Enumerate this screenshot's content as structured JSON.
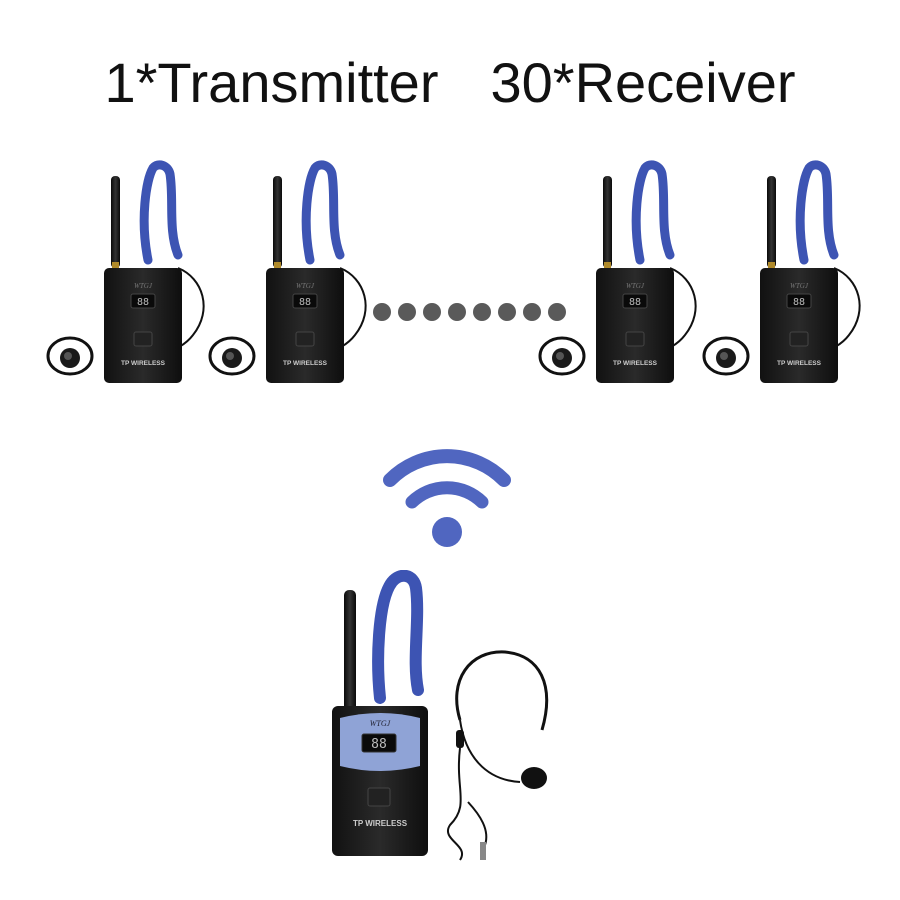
{
  "headline": {
    "transmitter_label": "1*Transmitter",
    "receiver_label": "30*Receiver"
  },
  "device": {
    "brand_label": "TP WIRELESS",
    "logo_text": "WTGJ",
    "display_digits": "88"
  },
  "receivers": [
    {
      "id": "receiver-1"
    },
    {
      "id": "receiver-2"
    },
    {
      "id": "receiver-3"
    },
    {
      "id": "receiver-4"
    }
  ],
  "colors": {
    "lanyard": "#3d54b3",
    "body": "#1c1c1c",
    "wifi": "#5066c0",
    "dots": "#5a5a5a",
    "transmitter_panel": "#8fa3d6"
  },
  "icons": [
    "wifi-signal-icon",
    "antenna-icon",
    "earphone-icon",
    "headset-mic-icon"
  ]
}
